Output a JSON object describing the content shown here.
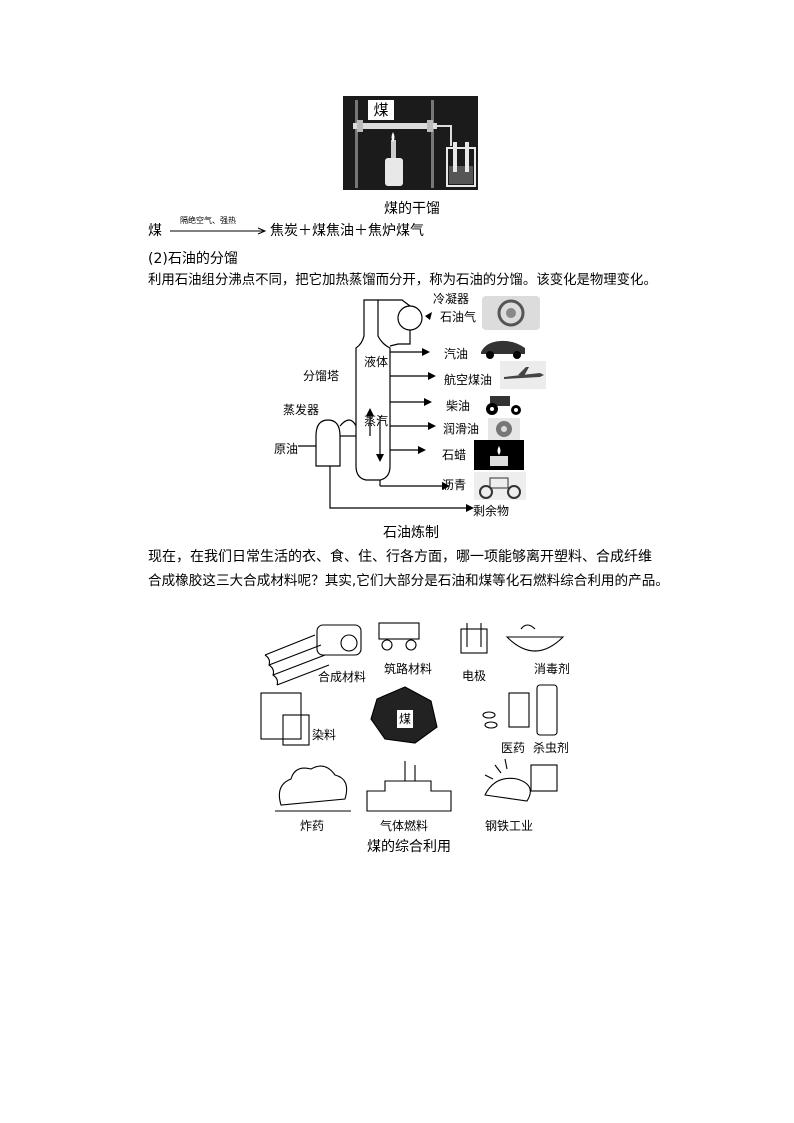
{
  "figure1": {
    "box_label": "煤",
    "caption": "煤的干馏"
  },
  "equation": {
    "reactant": "煤",
    "condition": "隔绝空气、强热",
    "products": "焦炭＋煤焦油＋焦炉煤气"
  },
  "section2": {
    "heading": "(2)石油的分馏",
    "paragraph": "利用石油组分沸点不同，把它加热蒸馏而分开，称为石油的分馏。该变化是物理变化。"
  },
  "figure2": {
    "caption": "石油炼制",
    "labels": {
      "condenser": "冷凝器",
      "tower": "分馏塔",
      "evaporator": "蒸发器",
      "crude_oil": "原油",
      "liquid": "液体",
      "vapor": "蒸汽",
      "residue": "剩余物"
    },
    "products": [
      "石油气",
      "汽油",
      "航空煤油",
      "柴油",
      "润滑油",
      "石蜡",
      "沥青"
    ]
  },
  "paragraph2": {
    "line1": "现在，在我们日常生活的衣、食、住、行各方面，哪一项能够离开塑料、合成纤维",
    "line2": "合成橡胶这三大合成材料呢？其实,它们大部分是石油和煤等化石燃料综合利用的产品。"
  },
  "figure3": {
    "caption": "煤的综合利用",
    "center_label": "煤",
    "labels": {
      "synthetic": "合成材料",
      "road": "筑路材料",
      "electrode": "电极",
      "disinfectant": "消毒剂",
      "dye": "染料",
      "medicine": "医药",
      "insecticide": "杀虫剂",
      "explosive": "炸药",
      "gas_fuel": "气体燃料",
      "steel": "钢铁工业"
    }
  }
}
